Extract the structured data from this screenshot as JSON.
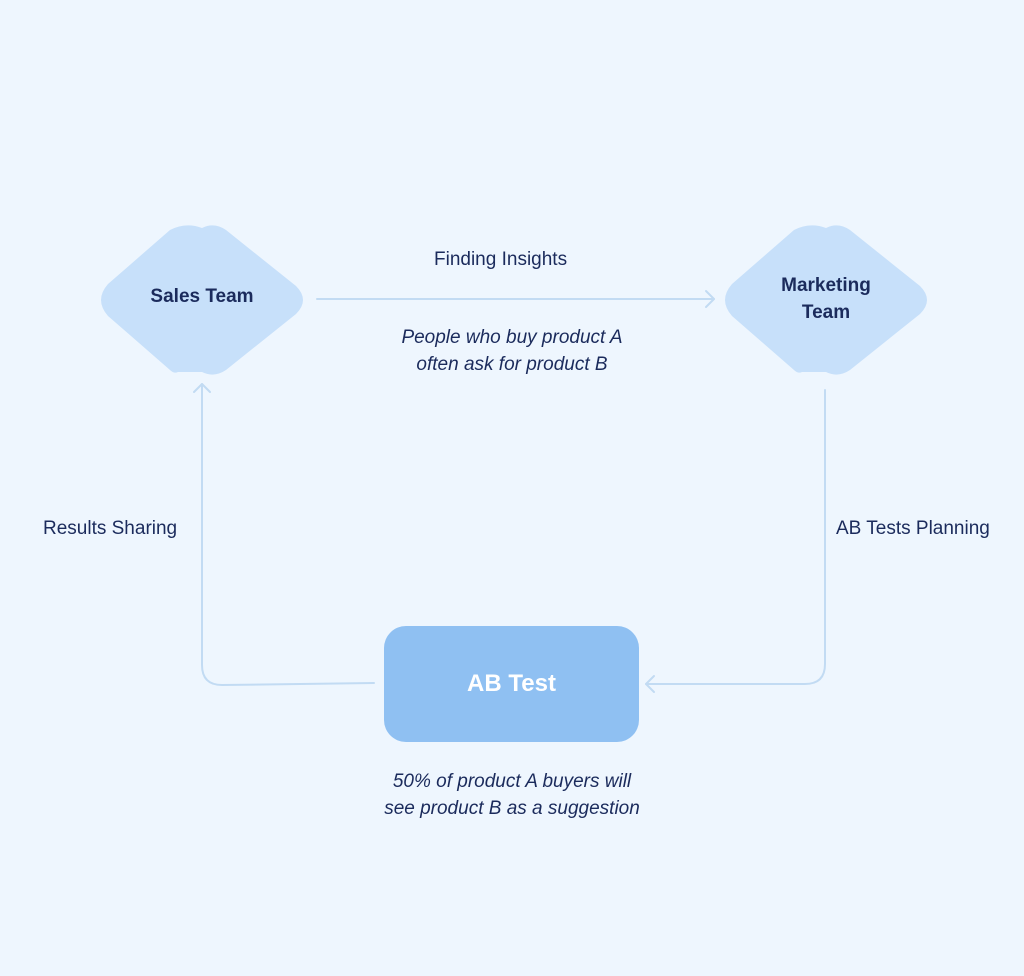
{
  "nodes": {
    "sales_team": "Sales Team",
    "marketing_team": [
      "Marketing",
      "Team"
    ],
    "ab_test": "AB Test"
  },
  "edges": {
    "finding_insights": "Finding Insights",
    "ab_tests_planning": "AB Tests Planning",
    "results_sharing": "Results Sharing"
  },
  "notes": {
    "insight": [
      "People who buy product A",
      "often ask for product B"
    ],
    "test": [
      "50% of product A buyers will",
      "see product B as a suggestion"
    ]
  },
  "colors": {
    "background": "#eef6fe",
    "diamond_fill": "#c7e0fa",
    "box_fill": "#8fc0f2",
    "connector": "#c2dbf3",
    "text": "#1b2b5c"
  }
}
